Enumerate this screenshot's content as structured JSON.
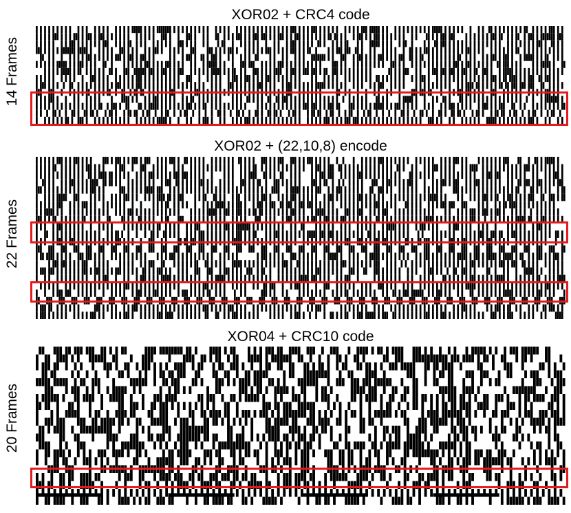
{
  "panels": [
    {
      "title": "XOR02 + CRC4 code",
      "frames_label": "14 Frames",
      "frames": 14,
      "highlighted_rows": [
        12
      ]
    },
    {
      "title": "XOR02 + (22,10,8) encode",
      "frames_label": "22 Frames",
      "frames": 22,
      "highlighted_rows": [
        12,
        19
      ]
    },
    {
      "title": "XOR04 + CRC10 code",
      "frames_label": "20 Frames",
      "frames": 20,
      "highlighted_rows": [
        18
      ]
    }
  ],
  "colors": {
    "stripe": "#000000",
    "background": "#ffffff",
    "highlight_box": "#e41a1c"
  }
}
